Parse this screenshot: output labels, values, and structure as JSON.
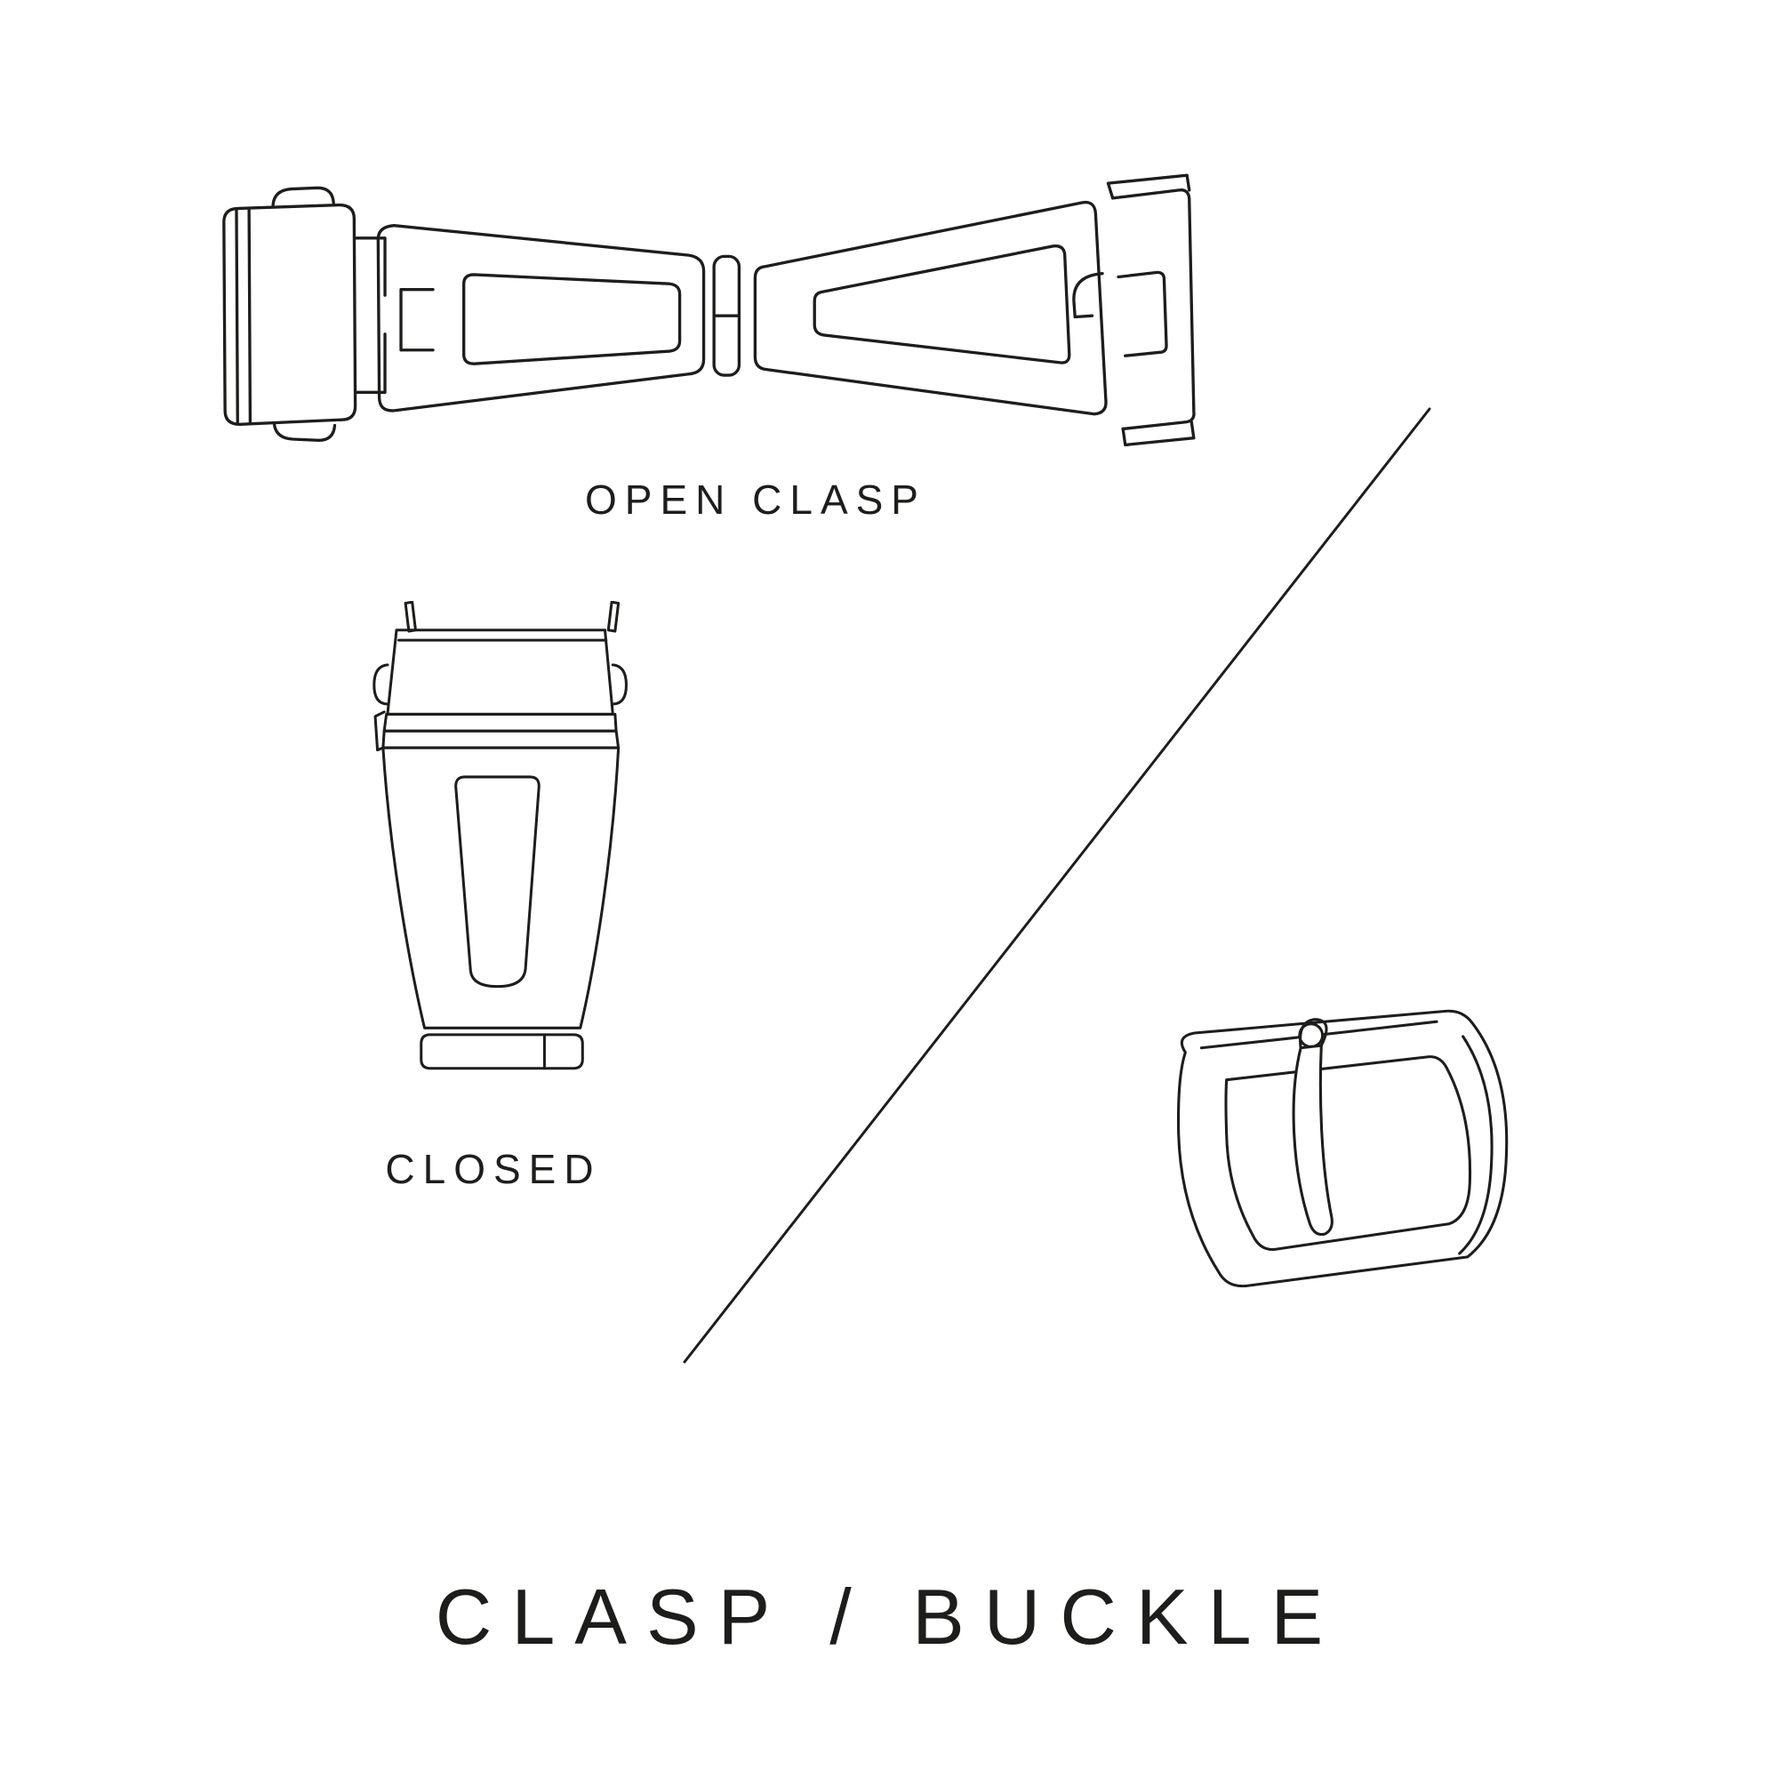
{
  "page": {
    "background": "#ffffff",
    "line_color": "#1d1d1b"
  },
  "figures": [
    {
      "id": "open-clasp",
      "caption": "OPEN CLASP"
    },
    {
      "id": "closed-clasp",
      "caption": "CLOSED"
    },
    {
      "id": "buckle",
      "caption": ""
    }
  ],
  "title": "CLASP / BUCKLE"
}
